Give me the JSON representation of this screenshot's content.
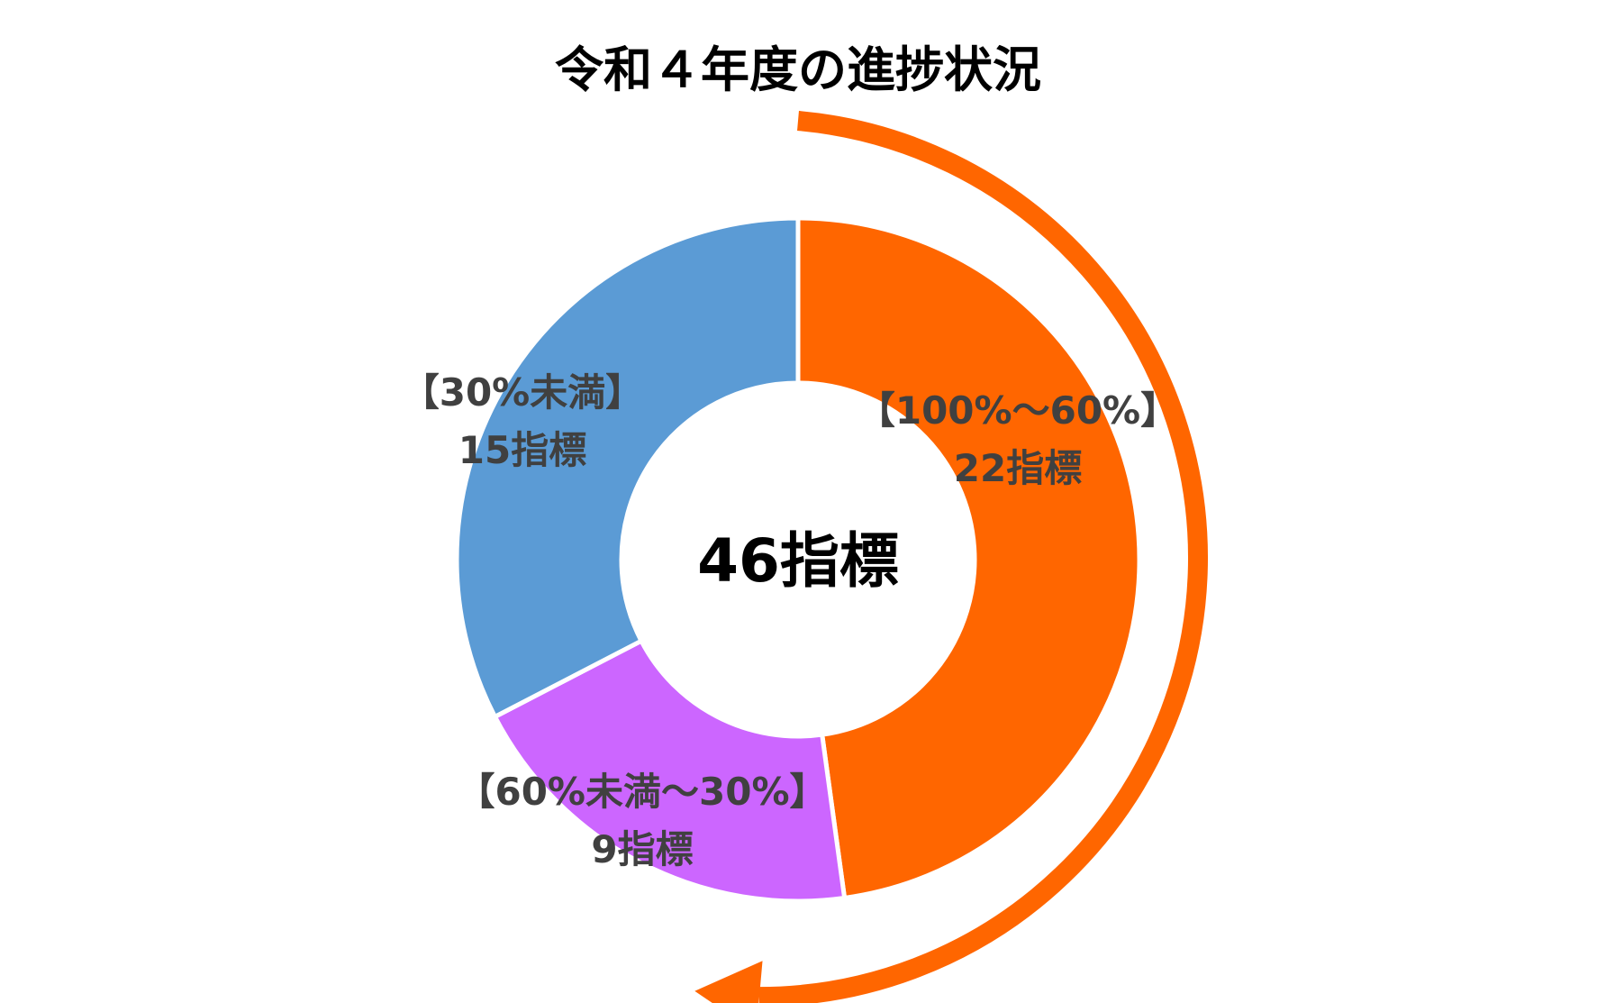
{
  "chart_data": {
    "type": "pie",
    "style": "donut",
    "title": "令和４年度の進捗状況",
    "center_label": "46指標",
    "total": 46,
    "slices": [
      {
        "category": "【100%～60%】",
        "value": 22,
        "label": "22指標",
        "color": "#FF6600"
      },
      {
        "category": "【60%未満～30%】",
        "value": 9,
        "label": "9指標",
        "color": "#CC66FF"
      },
      {
        "category": "【30%未満】",
        "value": 15,
        "label": "15指標",
        "color": "#5B9BD5"
      }
    ],
    "arrow_color": "#FF6600",
    "legend": "none"
  }
}
